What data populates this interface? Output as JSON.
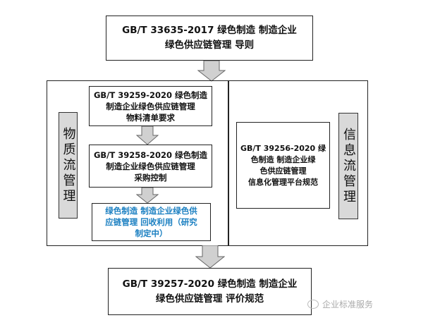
{
  "top": {
    "lines": [
      "GB/T 33635-2017 绿色制造 制造企业",
      "绿色供应链管理  导则"
    ]
  },
  "left_label": "物质流管理",
  "right_label": "信息流管理",
  "box1": {
    "lines": [
      "GB/T 39259-2020 绿色制造",
      "制造企业绿色供应链管理",
      "物料清单要求"
    ]
  },
  "box2": {
    "lines": [
      "GB/T 39258-2020 绿色制造",
      "制造企业绿色供应链管理",
      "采购控制"
    ]
  },
  "box3": {
    "lines": [
      "绿色制造  制造企业绿色供",
      "应链管理  回收利用（研究",
      "制定中）"
    ],
    "color": "#1a7fc1"
  },
  "right_box": {
    "lines": [
      "GB/T 39256-2020 绿",
      "色制造  制造企业绿",
      "色供应链管理",
      "信息化管理平台规范"
    ]
  },
  "bottom": {
    "lines": [
      "GB/T 39257-2020 绿色制造 制造企业",
      "绿色供应链管理 评价规范"
    ]
  },
  "watermark": "企业标准服务"
}
